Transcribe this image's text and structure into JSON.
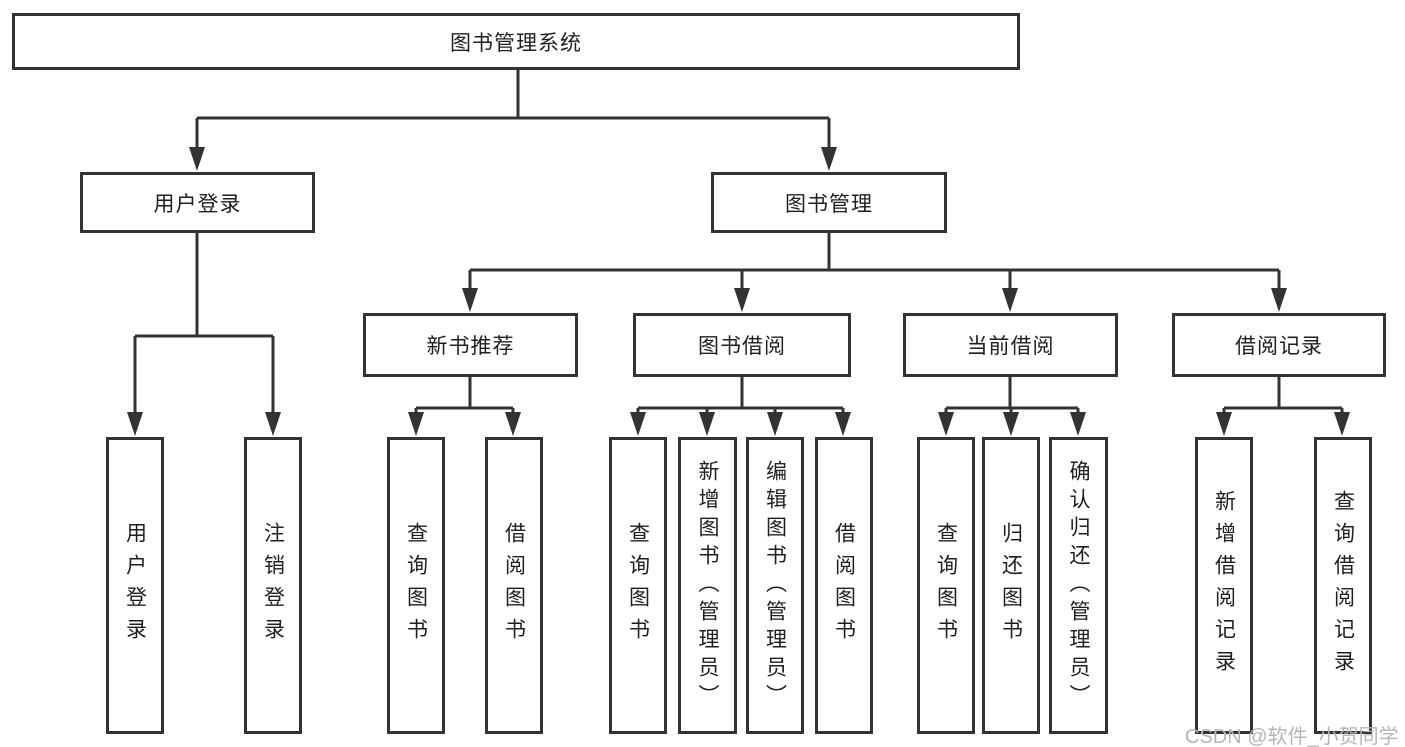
{
  "tree": {
    "root": {
      "label": "图书管理系统",
      "children": [
        {
          "label": "用户登录",
          "leaves": [
            "用户登录",
            "注销登录"
          ]
        },
        {
          "label": "图书管理",
          "children": [
            {
              "label": "新书推荐",
              "leaves": [
                "查询图书",
                "借阅图书"
              ]
            },
            {
              "label": "图书借阅",
              "leaves": [
                "查询图书",
                "新增图书（管理员）",
                "编辑图书（管理员）",
                "借阅图书"
              ]
            },
            {
              "label": "当前借阅",
              "leaves": [
                "查询图书",
                "归还图书",
                "确认归还（管理员）"
              ]
            },
            {
              "label": "借阅记录",
              "leaves": [
                "新增借阅记录",
                "查询借阅记录"
              ]
            }
          ]
        }
      ]
    }
  },
  "watermark": "CSDN @软件_小贺同学",
  "colors": {
    "line": "#333333",
    "text": "#1f1f1f",
    "watermark": "#b6b6b6",
    "background": "#ffffff"
  }
}
